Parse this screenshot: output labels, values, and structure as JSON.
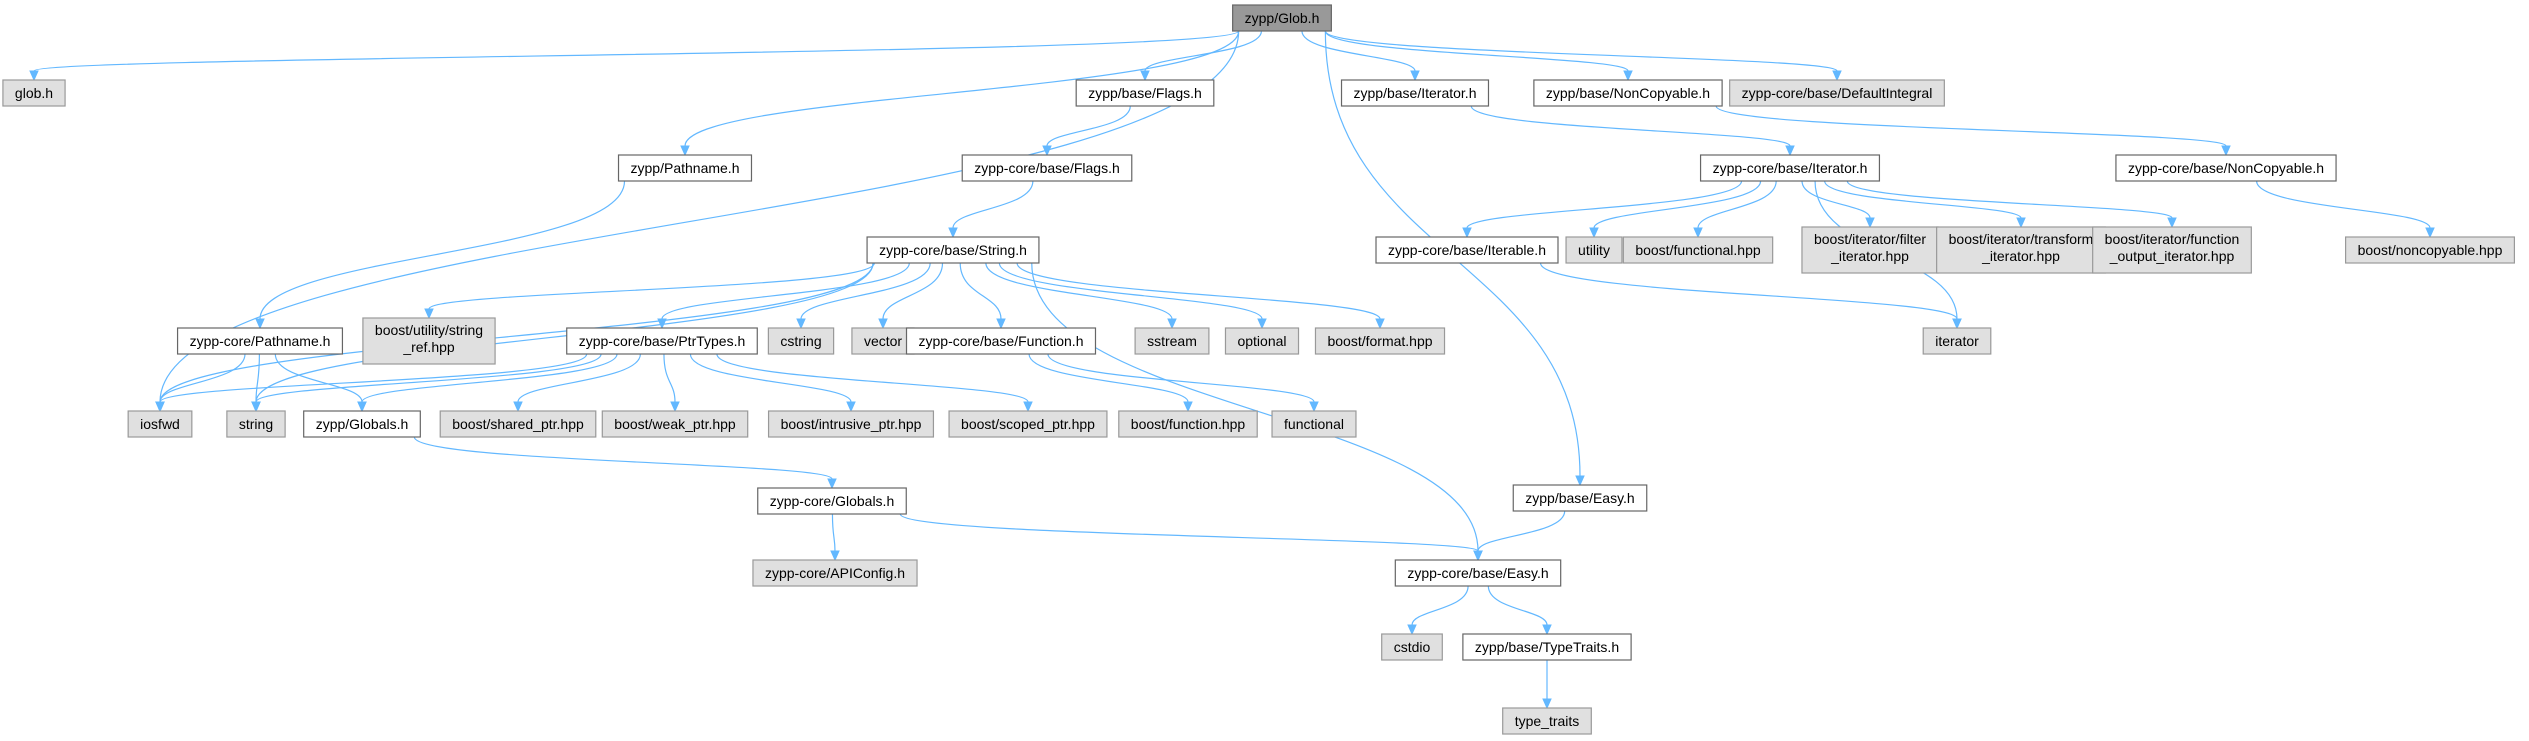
{
  "nodes": [
    {
      "id": "root",
      "kind": "root",
      "lines": [
        "zypp/Glob.h"
      ]
    },
    {
      "id": "glob",
      "kind": "ext",
      "lines": [
        "glob.h"
      ]
    },
    {
      "id": "flags",
      "kind": "int",
      "lines": [
        "zypp/base/Flags.h"
      ]
    },
    {
      "id": "iter",
      "kind": "int",
      "lines": [
        "zypp/base/Iterator.h"
      ]
    },
    {
      "id": "noncopy",
      "kind": "int",
      "lines": [
        "zypp/base/NonCopyable.h"
      ]
    },
    {
      "id": "defint",
      "kind": "ext",
      "lines": [
        "zypp-core/base/DefaultIntegral"
      ]
    },
    {
      "id": "pathname",
      "kind": "int",
      "lines": [
        "zypp/Pathname.h"
      ]
    },
    {
      "id": "coreflags",
      "kind": "int",
      "lines": [
        "zypp-core/base/Flags.h"
      ]
    },
    {
      "id": "coreiter",
      "kind": "int",
      "lines": [
        "zypp-core/base/Iterator.h"
      ]
    },
    {
      "id": "corenoncopy",
      "kind": "int",
      "lines": [
        "zypp-core/base/NonCopyable.h"
      ]
    },
    {
      "id": "string",
      "kind": "int",
      "lines": [
        "zypp-core/base/String.h"
      ]
    },
    {
      "id": "iterable",
      "kind": "int",
      "lines": [
        "zypp-core/base/Iterable.h"
      ]
    },
    {
      "id": "utility",
      "kind": "ext",
      "lines": [
        "utility"
      ]
    },
    {
      "id": "boostfunctional",
      "kind": "ext",
      "lines": [
        "boost/functional.hpp"
      ]
    },
    {
      "id": "filteriter",
      "kind": "ext",
      "lines": [
        "boost/iterator/filter",
        "_iterator.hpp"
      ]
    },
    {
      "id": "transformiter",
      "kind": "ext",
      "lines": [
        "boost/iterator/transform",
        "_iterator.hpp"
      ]
    },
    {
      "id": "funcoutiter",
      "kind": "ext",
      "lines": [
        "boost/iterator/function",
        "_output_iterator.hpp"
      ]
    },
    {
      "id": "boostnoncopy",
      "kind": "ext",
      "lines": [
        "boost/noncopyable.hpp"
      ]
    },
    {
      "id": "iterator",
      "kind": "ext",
      "lines": [
        "iterator"
      ]
    },
    {
      "id": "corepathname",
      "kind": "int",
      "lines": [
        "zypp-core/Pathname.h"
      ]
    },
    {
      "id": "stringref",
      "kind": "ext",
      "lines": [
        "boost/utility/string",
        "_ref.hpp"
      ]
    },
    {
      "id": "ptrtypes",
      "kind": "int",
      "lines": [
        "zypp-core/base/PtrTypes.h"
      ]
    },
    {
      "id": "cstring",
      "kind": "ext",
      "lines": [
        "cstring"
      ]
    },
    {
      "id": "vector",
      "kind": "ext",
      "lines": [
        "vector"
      ]
    },
    {
      "id": "function",
      "kind": "int",
      "lines": [
        "zypp-core/base/Function.h"
      ]
    },
    {
      "id": "sstream",
      "kind": "ext",
      "lines": [
        "sstream"
      ]
    },
    {
      "id": "optional",
      "kind": "ext",
      "lines": [
        "optional"
      ]
    },
    {
      "id": "boostformat",
      "kind": "ext",
      "lines": [
        "boost/format.hpp"
      ]
    },
    {
      "id": "iosfwd",
      "kind": "ext",
      "lines": [
        "iosfwd"
      ]
    },
    {
      "id": "stdstring",
      "kind": "ext",
      "lines": [
        "string"
      ]
    },
    {
      "id": "globals",
      "kind": "int",
      "lines": [
        "zypp/Globals.h"
      ]
    },
    {
      "id": "sharedptr",
      "kind": "ext",
      "lines": [
        "boost/shared_ptr.hpp"
      ]
    },
    {
      "id": "weakptr",
      "kind": "ext",
      "lines": [
        "boost/weak_ptr.hpp"
      ]
    },
    {
      "id": "intrusiveptr",
      "kind": "ext",
      "lines": [
        "boost/intrusive_ptr.hpp"
      ]
    },
    {
      "id": "scopedptr",
      "kind": "ext",
      "lines": [
        "boost/scoped_ptr.hpp"
      ]
    },
    {
      "id": "boostfunction",
      "kind": "ext",
      "lines": [
        "boost/function.hpp"
      ]
    },
    {
      "id": "functional",
      "kind": "ext",
      "lines": [
        "functional"
      ]
    },
    {
      "id": "easy",
      "kind": "int",
      "lines": [
        "zypp/base/Easy.h"
      ]
    },
    {
      "id": "coreglobals",
      "kind": "int",
      "lines": [
        "zypp-core/Globals.h"
      ]
    },
    {
      "id": "coreeasy",
      "kind": "int",
      "lines": [
        "zypp-core/base/Easy.h"
      ]
    },
    {
      "id": "apiconfig",
      "kind": "ext",
      "lines": [
        "zypp-core/APIConfig.h"
      ]
    },
    {
      "id": "cstdio",
      "kind": "ext",
      "lines": [
        "cstdio"
      ]
    },
    {
      "id": "typetraitsh",
      "kind": "int",
      "lines": [
        "zypp/base/TypeTraits.h"
      ]
    },
    {
      "id": "typetraits",
      "kind": "ext",
      "lines": [
        "type_traits"
      ]
    }
  ],
  "edges": [
    [
      "root",
      "glob"
    ],
    [
      "root",
      "iosfwd"
    ],
    [
      "root",
      "pathname"
    ],
    [
      "root",
      "flags"
    ],
    [
      "root",
      "easy"
    ],
    [
      "root",
      "iter"
    ],
    [
      "root",
      "noncopy"
    ],
    [
      "root",
      "defint"
    ],
    [
      "flags",
      "coreflags"
    ],
    [
      "coreflags",
      "string"
    ],
    [
      "pathname",
      "corepathname"
    ],
    [
      "iter",
      "coreiter"
    ],
    [
      "noncopy",
      "corenoncopy"
    ],
    [
      "corenoncopy",
      "boostnoncopy"
    ],
    [
      "coreiter",
      "iterable"
    ],
    [
      "coreiter",
      "utility"
    ],
    [
      "coreiter",
      "boostfunctional"
    ],
    [
      "coreiter",
      "filteriter"
    ],
    [
      "coreiter",
      "transformiter"
    ],
    [
      "coreiter",
      "funcoutiter"
    ],
    [
      "coreiter",
      "iterator"
    ],
    [
      "iterable",
      "iterator"
    ],
    [
      "string",
      "iosfwd"
    ],
    [
      "string",
      "stringref"
    ],
    [
      "string",
      "stdstring"
    ],
    [
      "string",
      "ptrtypes"
    ],
    [
      "string",
      "cstring"
    ],
    [
      "string",
      "vector"
    ],
    [
      "string",
      "function"
    ],
    [
      "string",
      "sstream"
    ],
    [
      "string",
      "optional"
    ],
    [
      "string",
      "boostformat"
    ],
    [
      "string",
      "coreeasy"
    ],
    [
      "corepathname",
      "iosfwd"
    ],
    [
      "corepathname",
      "stdstring"
    ],
    [
      "corepathname",
      "globals"
    ],
    [
      "ptrtypes",
      "iosfwd"
    ],
    [
      "ptrtypes",
      "stdstring"
    ],
    [
      "ptrtypes",
      "globals"
    ],
    [
      "ptrtypes",
      "sharedptr"
    ],
    [
      "ptrtypes",
      "weakptr"
    ],
    [
      "ptrtypes",
      "intrusiveptr"
    ],
    [
      "ptrtypes",
      "scopedptr"
    ],
    [
      "function",
      "boostfunction"
    ],
    [
      "function",
      "functional"
    ],
    [
      "globals",
      "coreglobals"
    ],
    [
      "coreglobals",
      "apiconfig"
    ],
    [
      "coreglobals",
      "coreeasy"
    ],
    [
      "easy",
      "coreeasy"
    ],
    [
      "coreeasy",
      "cstdio"
    ],
    [
      "coreeasy",
      "typetraitsh"
    ],
    [
      "typetraitsh",
      "typetraits"
    ]
  ]
}
